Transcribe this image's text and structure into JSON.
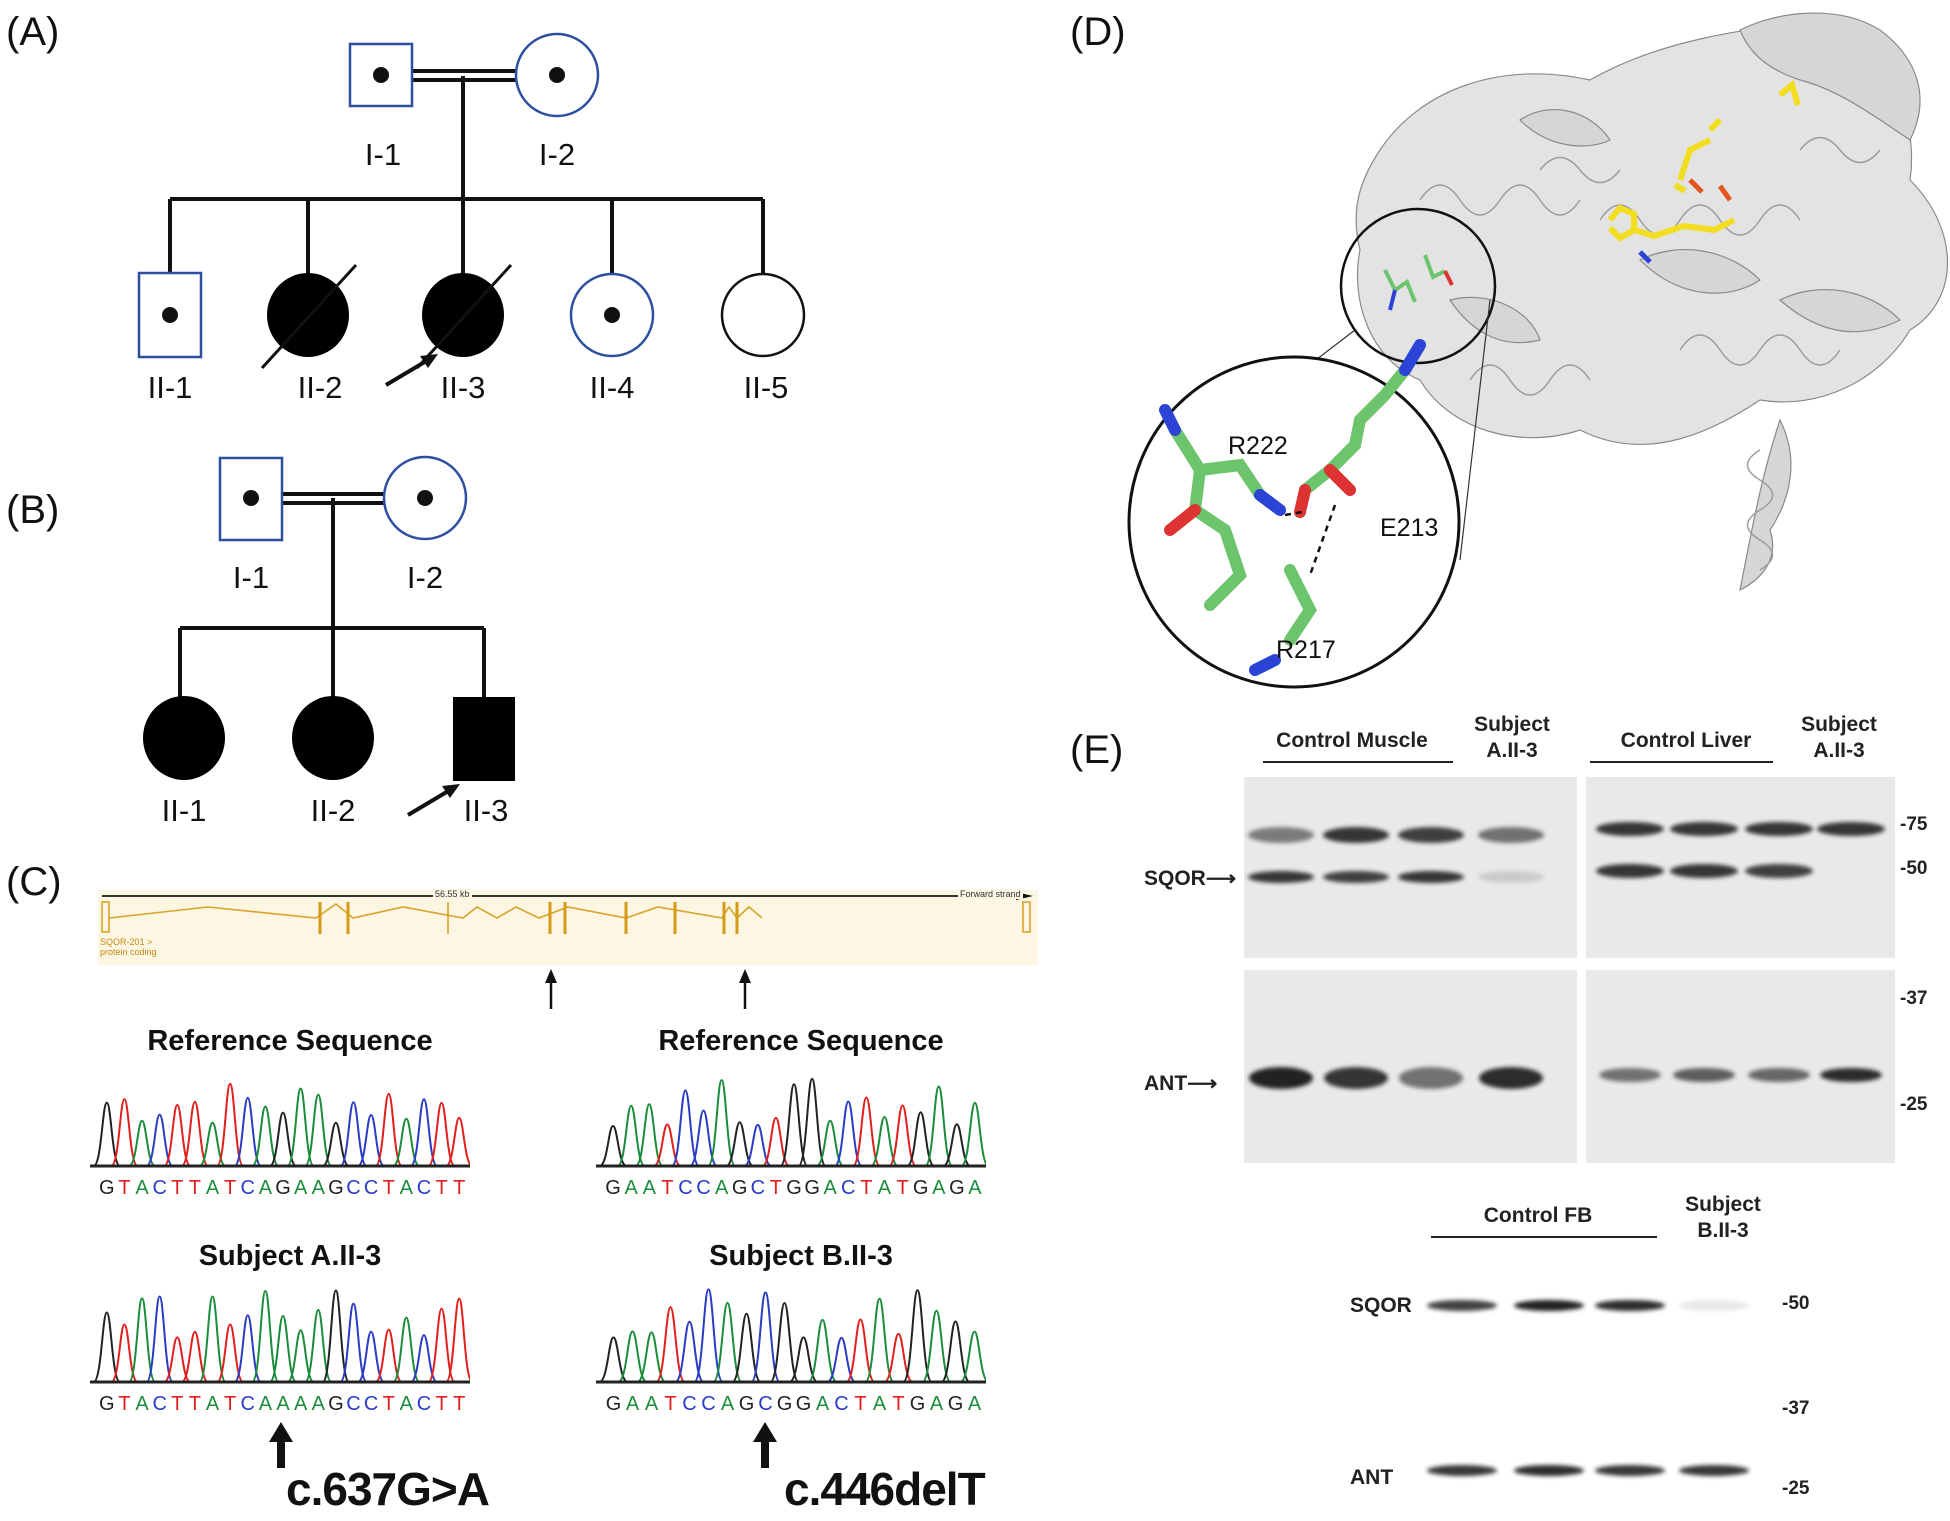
{
  "panels": {
    "A": {
      "label": "(A)",
      "generation1": [
        {
          "id": "I-1",
          "sex": "male",
          "status": "carrier"
        },
        {
          "id": "I-2",
          "sex": "female",
          "status": "carrier"
        }
      ],
      "consanguineous": true,
      "generation2": [
        {
          "id": "II-1",
          "sex": "male",
          "status": "carrier"
        },
        {
          "id": "II-2",
          "sex": "female",
          "status": "affected-deceased"
        },
        {
          "id": "II-3",
          "sex": "female",
          "status": "affected-deceased",
          "proband": true
        },
        {
          "id": "II-4",
          "sex": "female",
          "status": "carrier"
        },
        {
          "id": "II-5",
          "sex": "female",
          "status": "unaffected"
        }
      ]
    },
    "B": {
      "label": "(B)",
      "generation1": [
        {
          "id": "I-1",
          "sex": "male",
          "status": "carrier"
        },
        {
          "id": "I-2",
          "sex": "female",
          "status": "carrier"
        }
      ],
      "consanguineous": true,
      "generation2": [
        {
          "id": "II-1",
          "sex": "female",
          "status": "affected"
        },
        {
          "id": "II-2",
          "sex": "female",
          "status": "affected"
        },
        {
          "id": "II-3",
          "sex": "male",
          "status": "affected",
          "proband": true
        }
      ]
    },
    "C": {
      "label": "(C)",
      "gene_track": {
        "length": "56.55 kb",
        "strand": "Forward strand",
        "transcript": "SQOR-201 >",
        "biotype": "protein coding"
      },
      "chromatograms": [
        {
          "title": "Reference Sequence",
          "sequence": "GTACTTATCAGAAGCCTACTT"
        },
        {
          "title": "Reference Sequence",
          "sequence": "GAATCCAGCTGGACTATGAGA"
        },
        {
          "title": "Subject A.II-3",
          "sequence": "GTACTTATCAAAAGCCTACTT",
          "mutation": "c.637G>A"
        },
        {
          "title": "Subject B.II-3",
          "sequence": "GAATCCAGCGGACTATGAGA",
          "mutation": "c.446delT"
        }
      ],
      "base_colors": {
        "A": "#1a8c3a",
        "C": "#2b3bc4",
        "G": "#222222",
        "T": "#e0201c"
      }
    },
    "D": {
      "label": "(D)",
      "residues": [
        "R222",
        "E213",
        "R217"
      ]
    },
    "E": {
      "label": "(E)",
      "blot1": {
        "groups": [
          "Control Muscle",
          "Subject A.II-3",
          "Control Liver",
          "Subject A.II-3"
        ],
        "rows": [
          "SQOR",
          "ANT"
        ],
        "markers": [
          "-75",
          "-50",
          "-37",
          "-25"
        ]
      },
      "blot2": {
        "groups": [
          "Control FB",
          "Subject B.II-3"
        ],
        "rows": [
          "SQOR",
          "ANT"
        ],
        "markers": [
          "-50",
          "-37",
          "-25"
        ]
      }
    }
  }
}
